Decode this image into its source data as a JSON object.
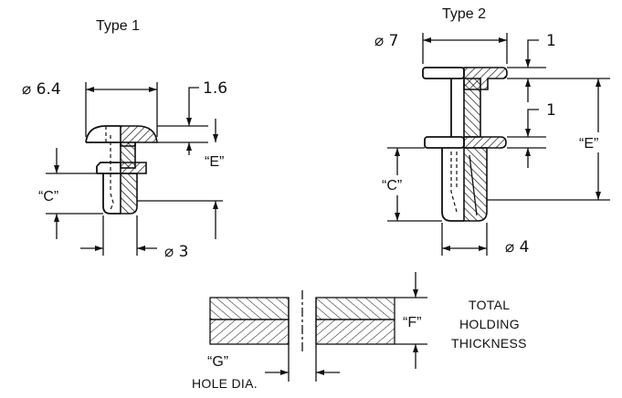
{
  "type1": {
    "title": "Type 1",
    "head_diameter": "⌀ 6.4",
    "head_thickness": "1.6",
    "dim_c": "“C”",
    "dim_e": "“E”",
    "shank_diameter": "⌀ 3"
  },
  "type2": {
    "title": "Type 2",
    "head_diameter": "⌀ 7",
    "head_thickness": "1",
    "flange_thickness": "1",
    "dim_c": "“C”",
    "dim_e": "“E”",
    "shank_diameter": "⌀ 4"
  },
  "panel": {
    "dim_f": "“F”",
    "dim_g": "“G”",
    "hole_label": "HOLE DIA.",
    "total_line1": "TOTAL",
    "total_line2": "HOLDING",
    "total_line3": "THICKNESS"
  }
}
